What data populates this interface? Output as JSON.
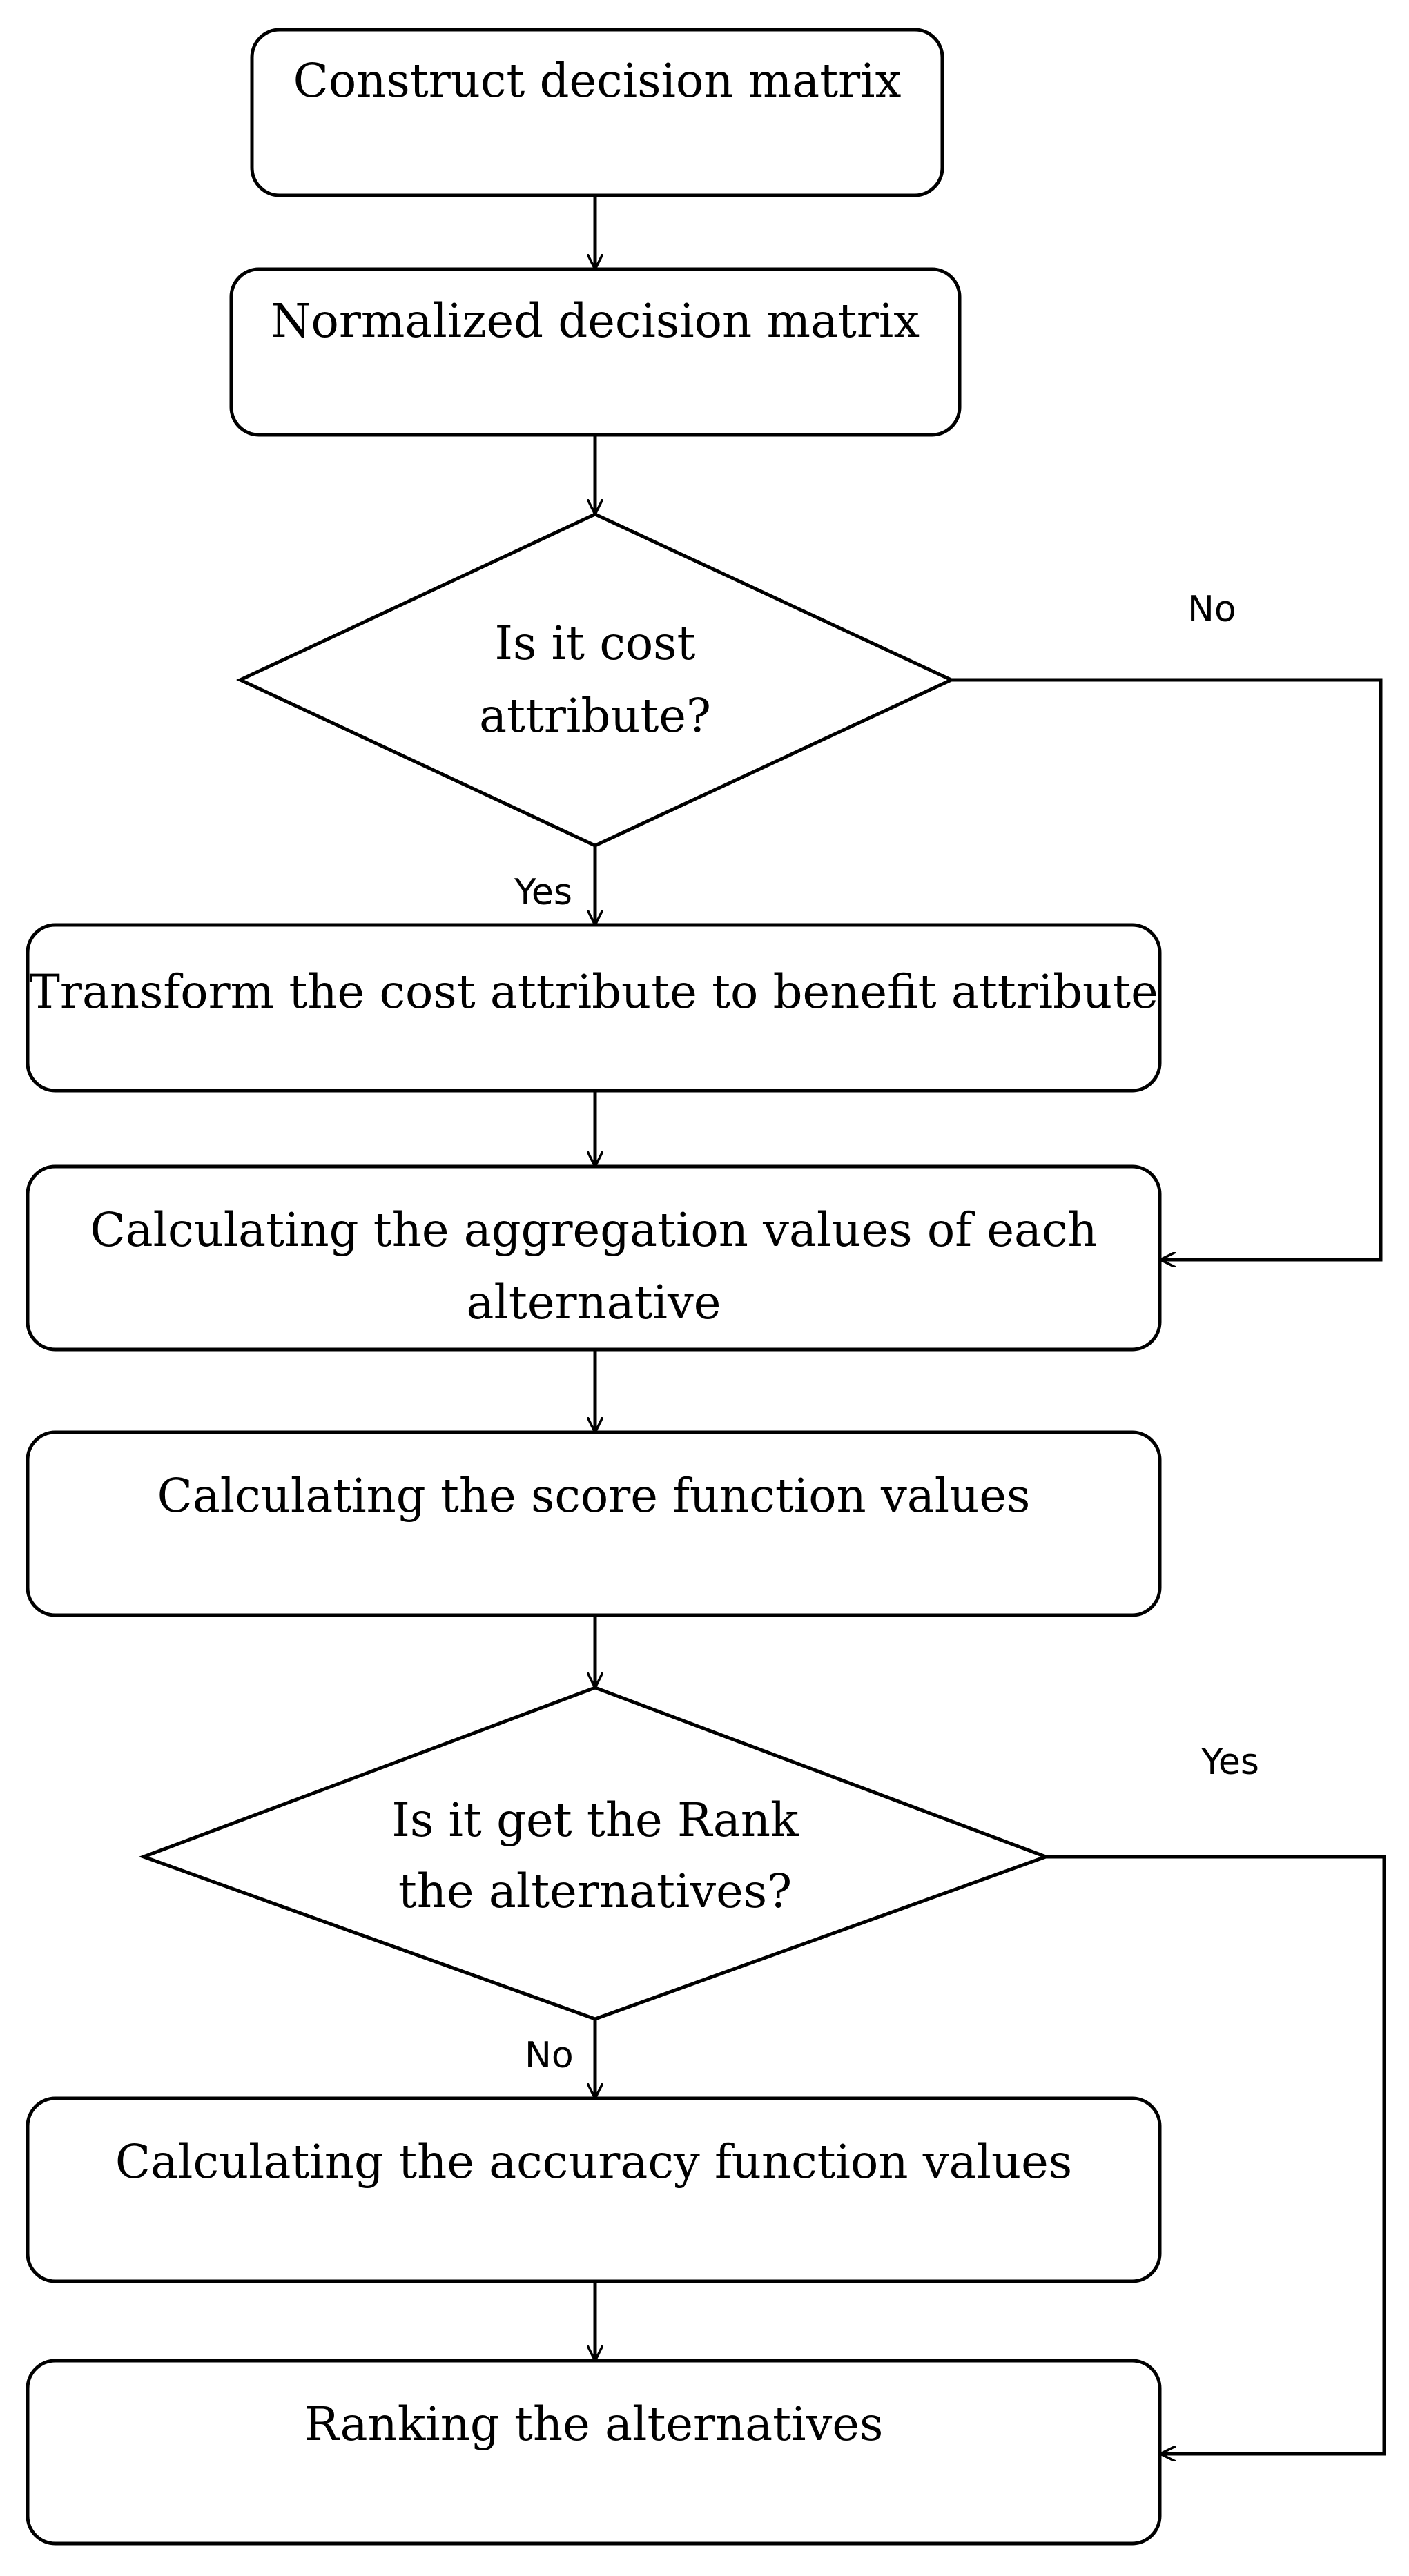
{
  "nodes": {
    "construct": {
      "line1": "Construct decision matrix"
    },
    "normalized": {
      "line1": "Normalized decision matrix"
    },
    "is_cost": {
      "line1": "Is it cost",
      "line2": "attribute?"
    },
    "transform": {
      "line1": "Transform the cost attribute to benefit attribute"
    },
    "aggregation": {
      "line1": "Calculating the aggregation values of each",
      "line2": "alternative"
    },
    "score": {
      "line1": "Calculating the score function values"
    },
    "is_rank": {
      "line1": "Is it get the Rank",
      "line2": "the alternatives?"
    },
    "accuracy": {
      "line1": "Calculating the accuracy function values"
    },
    "ranking": {
      "line1": "Ranking the alternatives"
    }
  },
  "edges": {
    "cost_no": "No",
    "cost_yes": "Yes",
    "rank_yes": "Yes",
    "rank_no": "No"
  }
}
